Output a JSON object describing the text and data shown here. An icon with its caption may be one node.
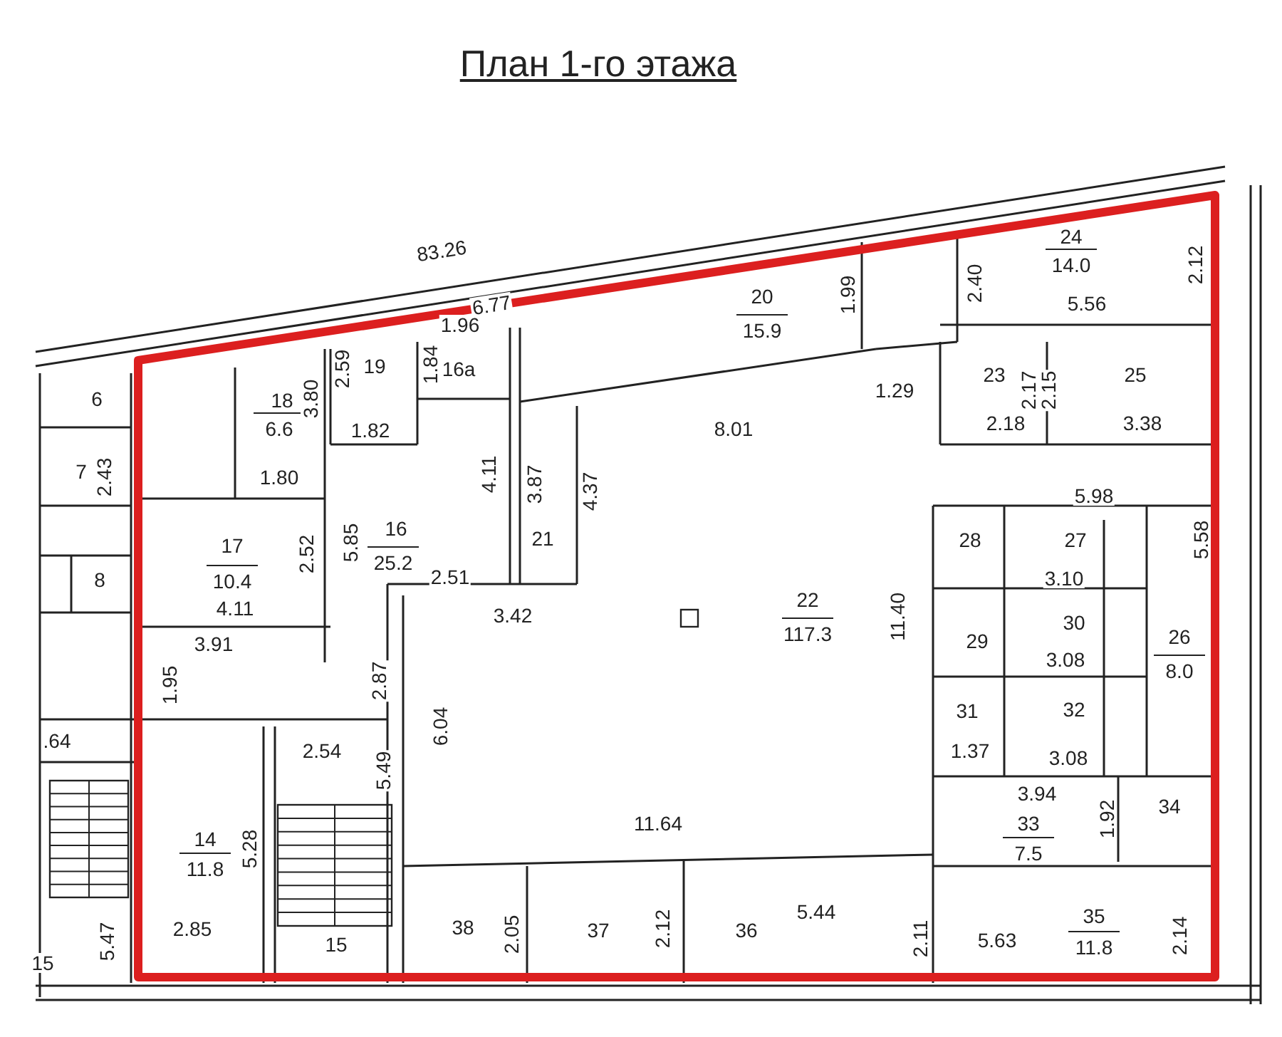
{
  "diagram": {
    "title": "План 1-го этажа",
    "labels": [
      "83.26",
      "6.77",
      "1.96",
      "20",
      "15.9",
      "1.99",
      "2.40",
      "24",
      "14.0",
      "2.12",
      "5.56",
      "6",
      "19",
      "2.59",
      "1.84",
      "16а",
      "18",
      "3.80",
      "6.6",
      "1.82",
      "23",
      "2.17",
      "2.15",
      "25",
      "1.29",
      "8.01",
      "2.18",
      "3.38",
      "7",
      "2.43",
      "1.80",
      "4.11",
      "3.87",
      "4.37",
      "5.98",
      "5.85",
      "16",
      "25.2",
      "21",
      "28",
      "27",
      "5.58",
      "8",
      "17",
      "10.4",
      "2.52",
      "3.10",
      "4.11",
      "2.51",
      "22",
      "117.3",
      "11.40",
      "3.42",
      "29",
      "30",
      "26",
      "3.08",
      "8.0",
      "3.91",
      "1.95",
      "2.87",
      "6.04",
      ".64",
      "31",
      "32",
      "2.54",
      "5.49",
      "1.37",
      "3.08",
      "3.94",
      "33",
      "7.5",
      "1.92",
      "34",
      "14",
      "11.8",
      "5.28",
      "11.64",
      "5.47",
      "2.85",
      "38",
      "2.05",
      "37",
      "2.12",
      "36",
      "5.44",
      "2.11",
      "5.63",
      "35",
      "11.8",
      "2.14",
      "15",
      "15"
    ]
  }
}
